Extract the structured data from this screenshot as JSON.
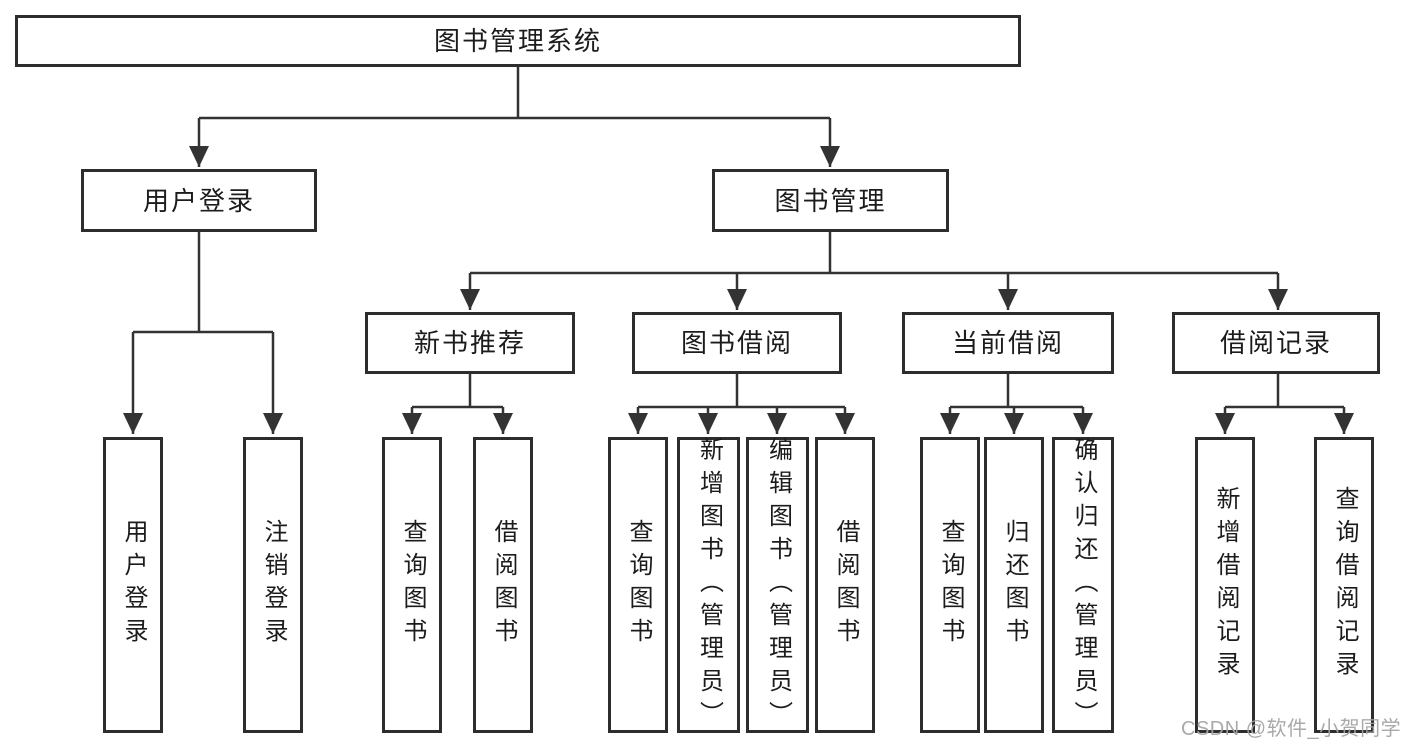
{
  "diagram": {
    "colors": {
      "line": "#333333",
      "box_border": "#2d2d2d",
      "box_fill": "#ffffff",
      "text": "#1c1c1c",
      "watermark": "#a5a5a5"
    },
    "tree": {
      "label": "图书管理系统",
      "children": [
        {
          "label": "用户登录",
          "children": [
            {
              "label": "用户登录"
            },
            {
              "label": "注销登录"
            }
          ]
        },
        {
          "label": "图书管理",
          "children": [
            {
              "label": "新书推荐",
              "children": [
                {
                  "label": "查询图书"
                },
                {
                  "label": "借阅图书"
                }
              ]
            },
            {
              "label": "图书借阅",
              "children": [
                {
                  "label": "查询图书"
                },
                {
                  "label": "新增图书（管理员）"
                },
                {
                  "label": "编辑图书（管理员）"
                },
                {
                  "label": "借阅图书"
                }
              ]
            },
            {
              "label": "当前借阅",
              "children": [
                {
                  "label": "查询图书"
                },
                {
                  "label": "归还图书"
                },
                {
                  "label": "确认归还（管理员）"
                }
              ]
            },
            {
              "label": "借阅记录",
              "children": [
                {
                  "label": "新增借阅记录"
                },
                {
                  "label": "查询借阅记录"
                }
              ]
            }
          ]
        }
      ]
    },
    "watermark": {
      "text": "CSDN @软件_小贺同学"
    }
  }
}
